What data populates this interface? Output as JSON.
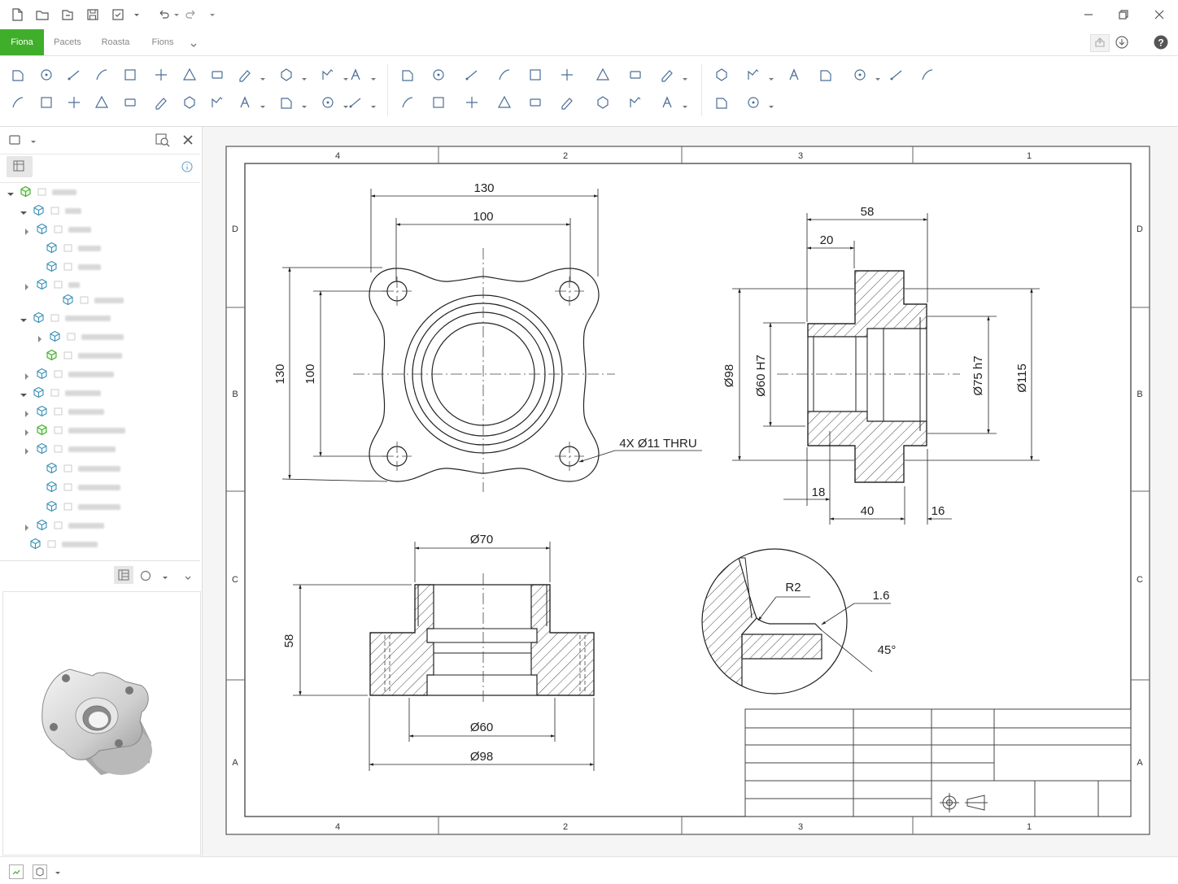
{
  "ribbon_tabs": [
    {
      "label": "Fiona",
      "active": true
    },
    {
      "label": "Pacets",
      "active": false
    },
    {
      "label": "Roasta",
      "active": false
    },
    {
      "label": "Fions",
      "active": false
    }
  ],
  "drawing": {
    "zone_cols_top": [
      "4",
      "2",
      "3",
      "1"
    ],
    "zone_cols_bottom": [
      "4",
      "2",
      "3",
      "1"
    ],
    "zone_rows_left": [
      "D",
      "B",
      "C",
      "A"
    ],
    "zone_rows_right": [
      "D",
      "B",
      "C",
      "A"
    ],
    "front_view": {
      "dim_width_outer": "130",
      "dim_width_bolt": "100",
      "dim_height_outer": "130",
      "dim_height_bolt": "100",
      "hole_callout": "4X Ø11 THRU"
    },
    "section_view": {
      "dim_total_length": "58",
      "dim_flange_offset": "20",
      "dim_dia_outer": "Ø98",
      "dim_dia_bore": "Ø60 H7",
      "dim_dia_pilot": "Ø75 h7",
      "dim_dia_flange": "Ø115",
      "dim_18": "18",
      "dim_40": "40",
      "dim_16": "16"
    },
    "side_view": {
      "dim_top": "Ø70",
      "dim_height": "58",
      "dim_bore": "Ø60",
      "dim_outer": "Ø98"
    },
    "detail_view": {
      "radius": "R2",
      "chamfer": "1.6",
      "angle": "45°"
    }
  },
  "colors": {
    "accent_green": "#3fae2a",
    "line": "#2b2b2b"
  }
}
